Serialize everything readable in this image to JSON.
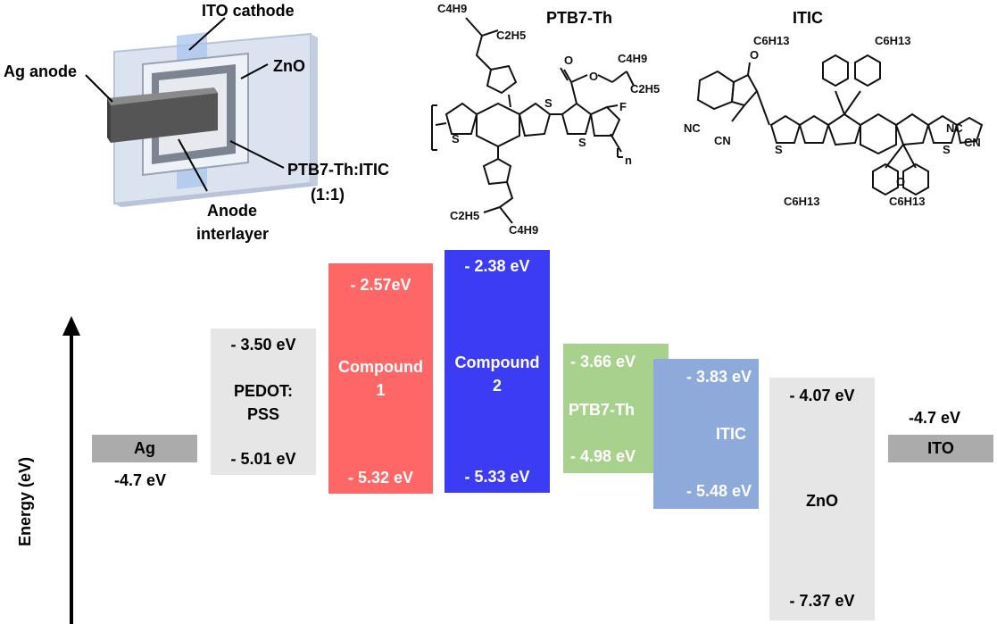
{
  "device": {
    "labels": {
      "ito_cathode": "ITO cathode",
      "ag_anode": "Ag anode",
      "zno": "ZnO",
      "active_line1": "PTB7-Th:ITIC",
      "active_line2": "(1:1)",
      "interlayer_line1": "Anode",
      "interlayer_line2": "interlayer"
    }
  },
  "molecules": {
    "ptb7_th": {
      "title": "PTB7-Th",
      "r_top_a": "C4H9",
      "r_top_b": "C2H5",
      "r_right_a": "C4H9",
      "r_right_b": "C2H5",
      "r_bottom_a": "C2H5",
      "r_bottom_b": "C4H9",
      "atom_O": "O",
      "atom_F": "F",
      "atom_S": "S",
      "repeat": "n"
    },
    "itic": {
      "title": "ITIC",
      "r_hexyl": "C6H13",
      "cn": "CN",
      "nc": "NC",
      "atom_O": "O",
      "atom_S": "S"
    }
  },
  "diagram": {
    "axis_label": "Energy (eV)",
    "colors": {
      "ag": "#ababab",
      "pedot": "#e6e6e6",
      "compound1": "#ff6666",
      "compound2": "#3c3cf5",
      "ptb7": "#a9d18e",
      "itic": "#8eaadb",
      "zno": "#e6e6e6",
      "ito": "#ababab"
    },
    "levels": [
      {
        "key": "ag",
        "name": "Ag",
        "value": "-4.7 eV"
      },
      {
        "key": "pedot",
        "name_line1": "PEDOT:",
        "name_line2": "PSS",
        "lumo": "- 3.50 eV",
        "homo": "- 5.01 eV"
      },
      {
        "key": "compound1",
        "name_line1": "Compound",
        "name_line2": "1",
        "lumo": "- 2.57eV",
        "homo": "- 5.32 eV"
      },
      {
        "key": "compound2",
        "name_line1": "Compound",
        "name_line2": "2",
        "lumo": "- 2.38 eV",
        "homo": "- 5.33 eV"
      },
      {
        "key": "ptb7",
        "name": "PTB7-Th",
        "lumo": "- 3.66 eV",
        "homo": "- 4.98 eV"
      },
      {
        "key": "itic",
        "name": "ITIC",
        "lumo": "- 3.83 eV",
        "homo": "- 5.48 eV"
      },
      {
        "key": "zno",
        "name": "ZnO",
        "lumo": "- 4.07 eV",
        "homo": "- 7.37 eV"
      },
      {
        "key": "ito",
        "name": "ITO",
        "value": "-4.7 eV"
      }
    ]
  }
}
